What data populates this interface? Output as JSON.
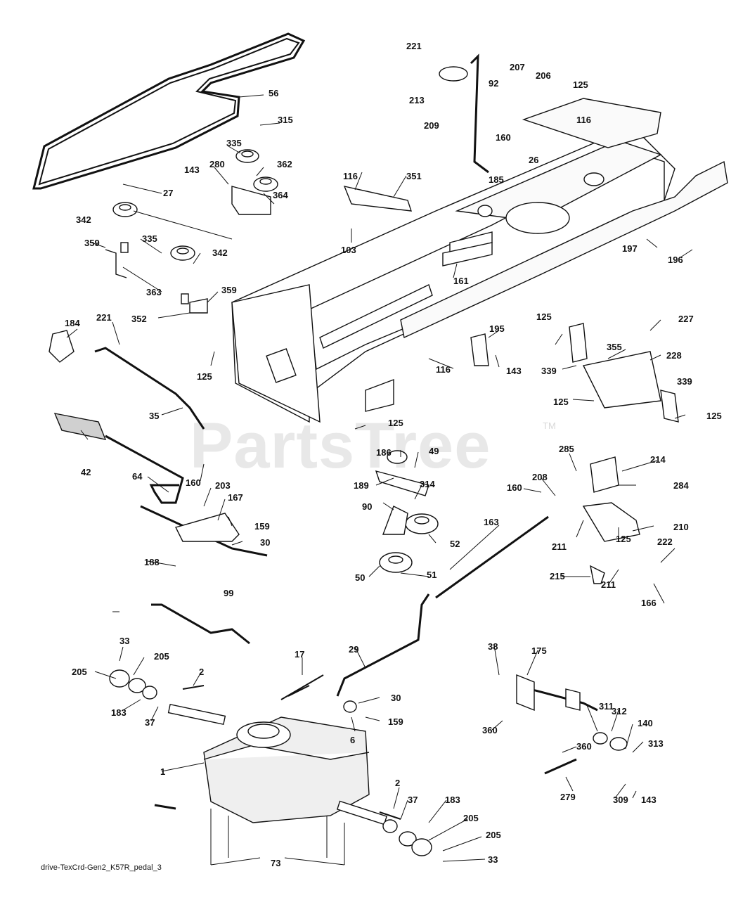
{
  "watermark": {
    "text": "PartsTree",
    "trademark": "TM"
  },
  "caption": "drive-TexCrd-Gen2_K57R_pedal_3",
  "labels": [
    "221",
    "213",
    "207",
    "206",
    "125",
    "92",
    "209",
    "160",
    "116",
    "26",
    "185",
    "56",
    "315",
    "335",
    "280",
    "362",
    "143",
    "364",
    "27",
    "116",
    "351",
    "103",
    "342",
    "335",
    "359",
    "342",
    "363",
    "359",
    "352",
    "197",
    "196",
    "161",
    "184",
    "221",
    "125",
    "195",
    "125",
    "227",
    "143",
    "116",
    "339",
    "355",
    "228",
    "125",
    "339",
    "125",
    "35",
    "125",
    "186",
    "49",
    "285",
    "214",
    "284",
    "42",
    "64",
    "160",
    "203",
    "167",
    "159",
    "30",
    "189",
    "314",
    "90",
    "160",
    "208",
    "210",
    "52",
    "163",
    "125",
    "211",
    "222",
    "188",
    "50",
    "51",
    "215",
    "211",
    "166",
    "99",
    "33",
    "205",
    "205",
    "2",
    "17",
    "29",
    "183",
    "37",
    "30",
    "159",
    "6",
    "38",
    "175",
    "360",
    "311",
    "312",
    "140",
    "313",
    "360",
    "1",
    "2",
    "37",
    "183",
    "205",
    "205",
    "33",
    "73",
    "279",
    "309",
    "143"
  ]
}
